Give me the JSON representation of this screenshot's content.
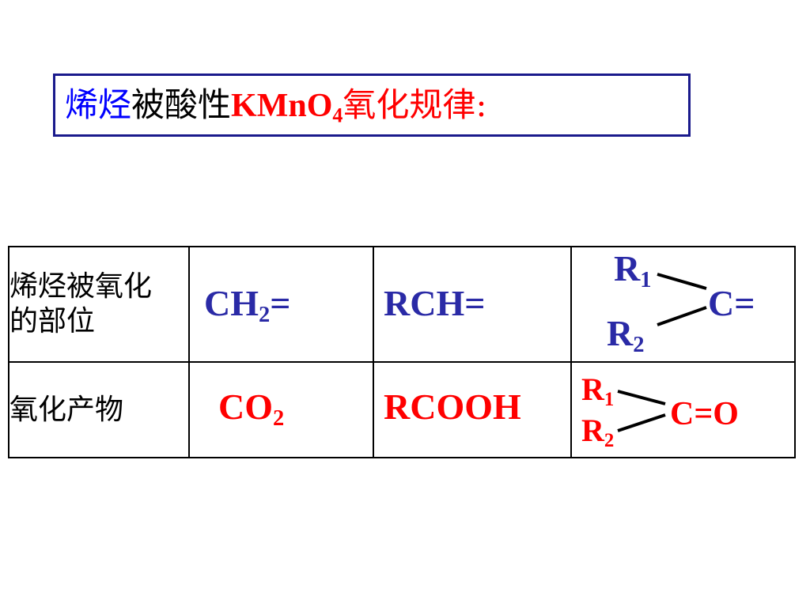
{
  "title": {
    "part1": "烯烃",
    "part2": "被酸性",
    "part3_main": "KMnO",
    "part3_sub": "4",
    "part4": "氧化规律:"
  },
  "table": {
    "row1": {
      "label": "烯烃被氧化的部位",
      "col1_main": "CH",
      "col1_sub": "2",
      "col1_tail": "=",
      "col2": "RCH=",
      "col3": {
        "r1_main": "R",
        "r1_sub": "1",
        "r2_main": "R",
        "r2_sub": "2",
        "center": "C="
      }
    },
    "row2": {
      "label": "氧化产物",
      "col1_main": "CO",
      "col1_sub": "2",
      "col2": "RCOOH",
      "col3": {
        "r1_main": "R",
        "r1_sub": "1",
        "r2_main": "R",
        "r2_sub": "2",
        "center": "C=O"
      }
    }
  },
  "colors": {
    "title_accent": "#0000ff",
    "title_formula": "#ff0000",
    "reactant_text": "#2a2aa6",
    "product_text": "#ff0000",
    "border_frame": "#1a1a8c"
  }
}
